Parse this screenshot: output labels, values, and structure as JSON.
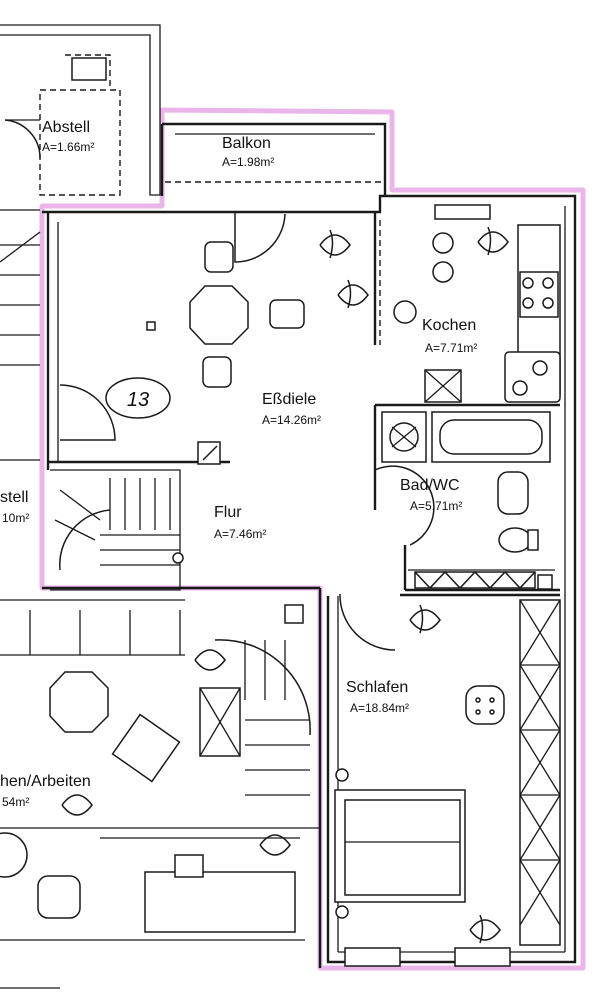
{
  "rooms": {
    "abstell_top": {
      "name": "Abstell",
      "area": "A=1.66m²"
    },
    "balkon": {
      "name": "Balkon",
      "area": "A=1.98m²"
    },
    "kochen": {
      "name": "Kochen",
      "area": "A=7.71m²"
    },
    "essdiele": {
      "name": "Eßdiele",
      "area": "A=14.26m²"
    },
    "flur": {
      "name": "Flur",
      "area": "A=7.46m²"
    },
    "bad": {
      "name": "Bad/WC",
      "area": "A=5.71m²"
    },
    "schlafen": {
      "name": "Schlafen",
      "area": "A=18.84m²"
    },
    "abstell_left": {
      "name": "stell",
      "area": "10m²"
    },
    "arbeiten": {
      "name": "hen/Arbeiten",
      "area": "54m²"
    }
  },
  "unit_marker": "13",
  "colors": {
    "apartment_outline": "#e6a9e6",
    "lines": "#1a1a1a"
  },
  "icons": [
    "plant-icon",
    "chair-icon",
    "table-icon",
    "stove-icon",
    "sink-icon",
    "toilet-icon",
    "bathtub-icon",
    "bed-icon",
    "wardrobe-icon",
    "staircase-icon"
  ]
}
